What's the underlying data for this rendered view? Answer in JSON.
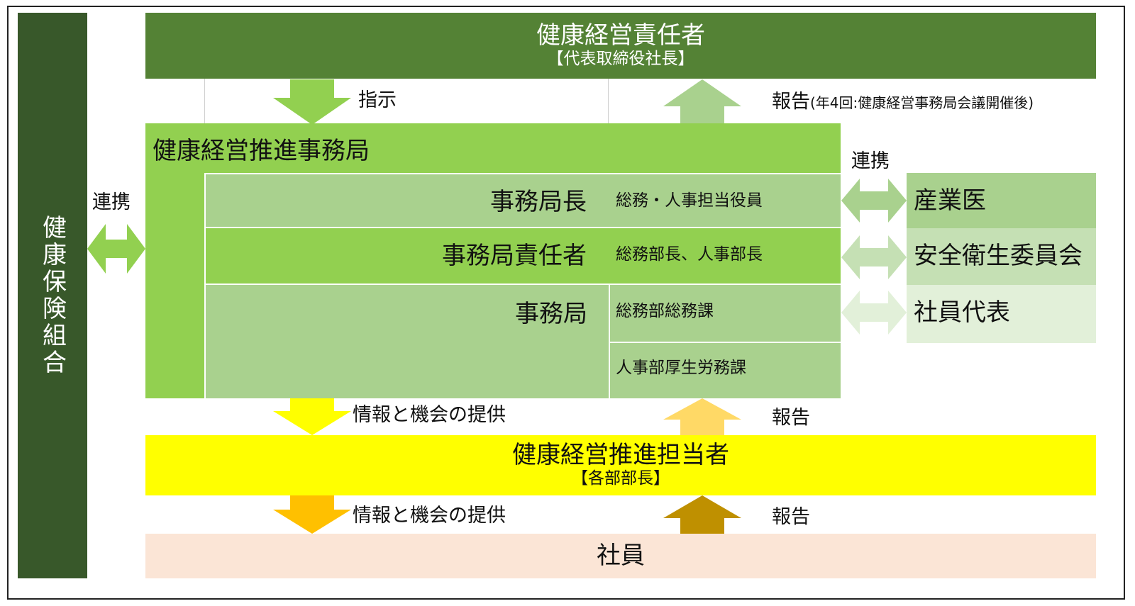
{
  "colors": {
    "dark_green": "#38582a",
    "top_green": "#548235",
    "bright_green": "#92d050",
    "light_green": "#a9d18e",
    "pale_green": "#e2f0d9",
    "yellow": "#ffff00",
    "pale_yellow": "#ffd966",
    "orange": "#ffc000",
    "brown": "#bf9000",
    "cream": "#fbe5d6"
  },
  "side_panel": {
    "label": "健康保険組合"
  },
  "top_box": {
    "title": "健康経営責任者",
    "subtitle": "【代表取締役社長】"
  },
  "arrows": {
    "instruct": "指示",
    "report_top": "報告",
    "report_top_note": "(年4回:健康経営事務局会議開催後)",
    "left_link": "連携",
    "right_link": "連携",
    "provide_1": "情報と機会の提供",
    "report_mid": "報告",
    "provide_2": "情報と機会の提供",
    "report_bottom": "報告"
  },
  "office": {
    "title": "健康経営推進事務局",
    "rows": [
      {
        "role": "事務局長",
        "member": "総務・人事担当役員"
      },
      {
        "role": "事務局責任者",
        "member": "総務部長、人事部長"
      },
      {
        "role": "事務局",
        "member": "総務部総務課"
      },
      {
        "role": "",
        "member": "人事部厚生労務課"
      }
    ]
  },
  "partners": [
    {
      "label": "産業医"
    },
    {
      "label": "安全衛生委員会"
    },
    {
      "label": "社員代表"
    }
  ],
  "promoter_box": {
    "title": "健康経営推進担当者",
    "subtitle": "【各部部長】"
  },
  "employee_box": {
    "title": "社員"
  }
}
